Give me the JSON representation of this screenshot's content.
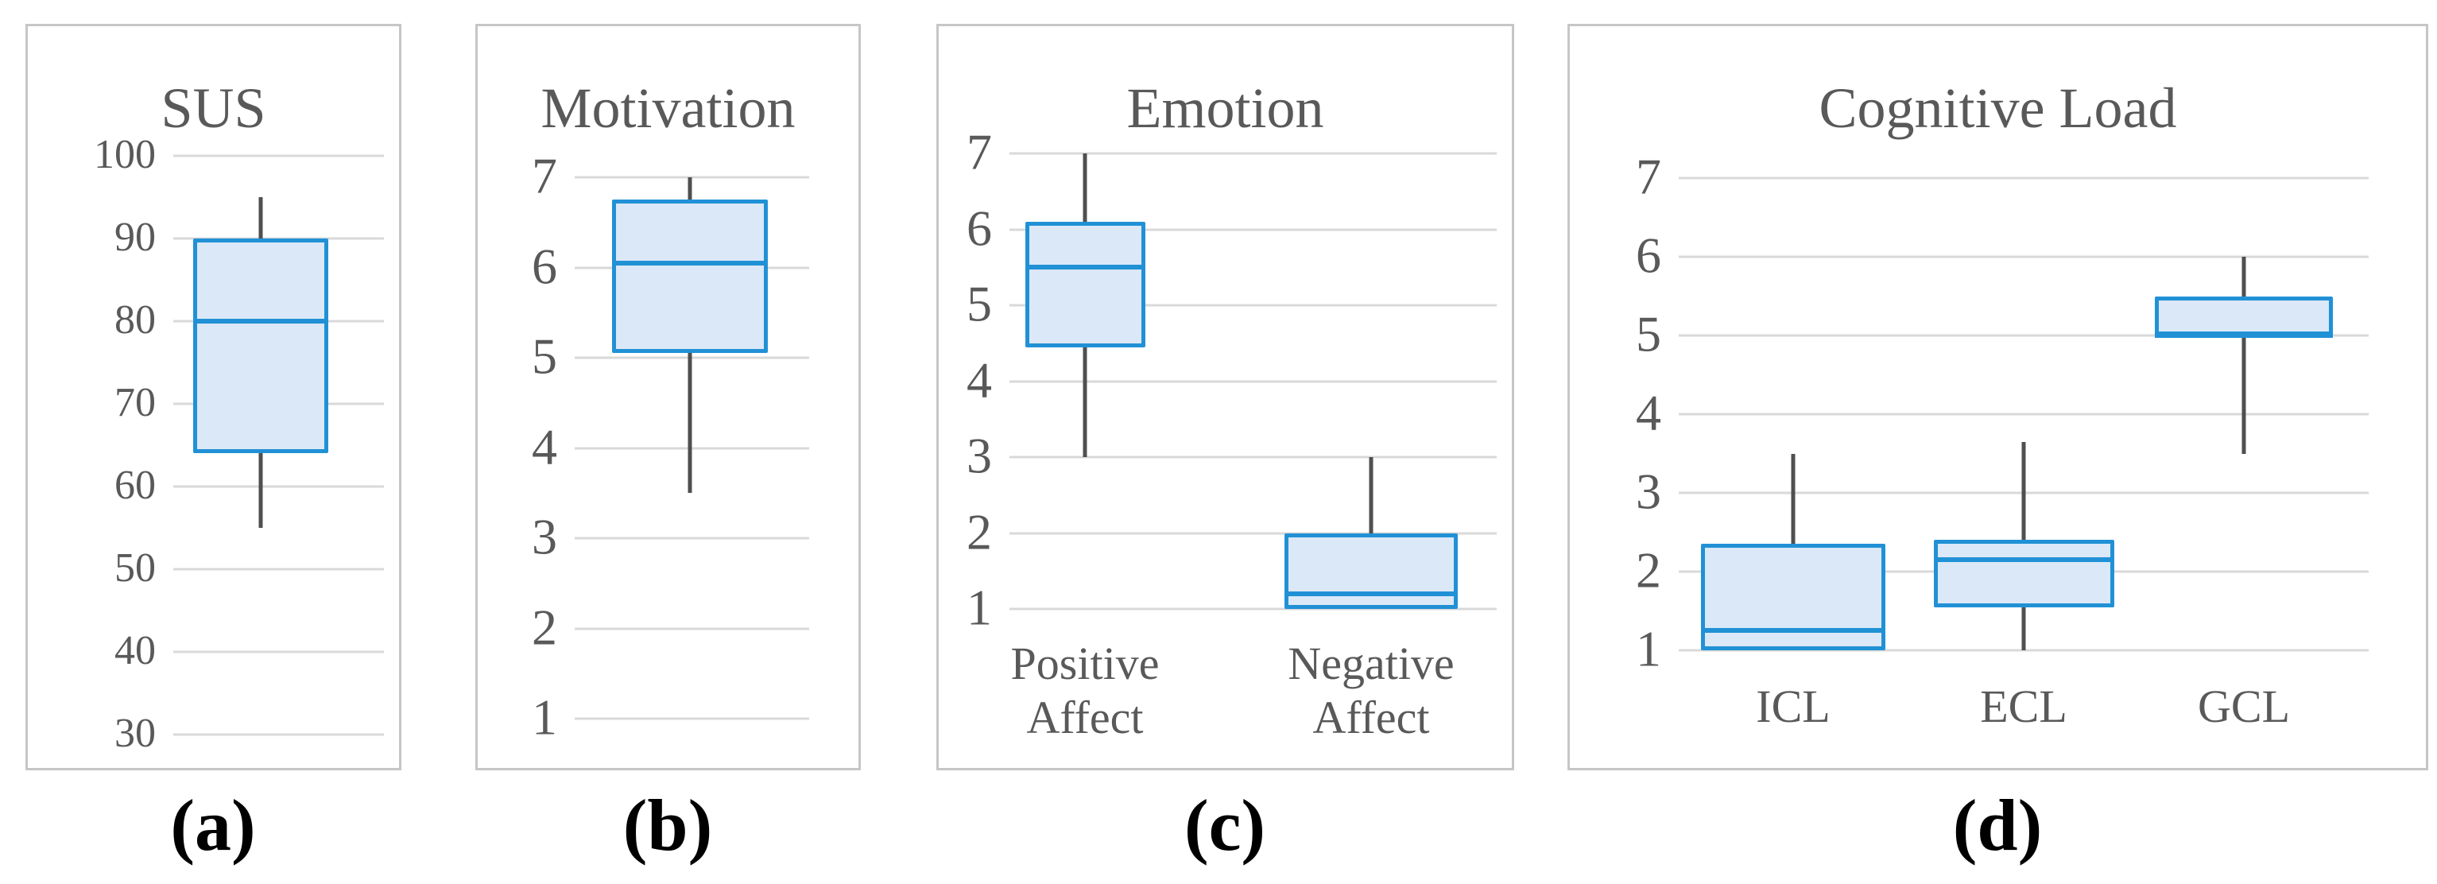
{
  "figure": {
    "captions": {
      "a": "(a)",
      "b": "(b)",
      "c": "(c)",
      "d": "(d)"
    }
  },
  "colors": {
    "box_border": "#2191d6",
    "box_fill": "#dbe8f7",
    "median": "#2191d6",
    "whisker": "#4f4f4f",
    "gridline": "#d9d9d9",
    "panel_border": "#c6c6c6",
    "text": "#595959",
    "caption_text": "#000000",
    "background": "#ffffff"
  },
  "chart_data": [
    {
      "type": "box",
      "title": "SUS",
      "ylabel": "",
      "xlabel": "",
      "ylim": [
        30,
        100
      ],
      "yticks": [
        100,
        90,
        80,
        70,
        60,
        50,
        40,
        30
      ],
      "grid": true,
      "legend": false,
      "categories": [
        ""
      ],
      "series": [
        {
          "name": "SUS",
          "min": 55,
          "q1": 64,
          "median": 80,
          "q3": 90,
          "max": 95
        }
      ]
    },
    {
      "type": "box",
      "title": "Motivation",
      "ylabel": "",
      "xlabel": "",
      "ylim": [
        1,
        7
      ],
      "yticks": [
        7,
        6,
        5,
        4,
        3,
        2,
        1
      ],
      "grid": true,
      "legend": false,
      "categories": [
        ""
      ],
      "series": [
        {
          "name": "Motivation",
          "min": 3.5,
          "q1": 5.05,
          "median": 6.05,
          "q3": 6.75,
          "max": 7
        }
      ]
    },
    {
      "type": "box",
      "title": "Emotion",
      "ylabel": "",
      "xlabel": "",
      "ylim": [
        1,
        7
      ],
      "yticks": [
        7,
        6,
        5,
        4,
        3,
        2,
        1
      ],
      "grid": true,
      "legend": false,
      "categories": [
        "Positive Affect",
        "Negative Affect"
      ],
      "series": [
        {
          "name": "Positive Affect",
          "min": 3,
          "q1": 4.45,
          "median": 5.5,
          "q3": 6.1,
          "max": 7
        },
        {
          "name": "Negative Affect",
          "min": 1,
          "q1": 1,
          "median": 1.2,
          "q3": 2,
          "max": 3
        }
      ]
    },
    {
      "type": "box",
      "title": "Cognitive Load",
      "ylabel": "",
      "xlabel": "",
      "ylim": [
        1,
        7
      ],
      "yticks": [
        7,
        6,
        5,
        4,
        3,
        2,
        1
      ],
      "grid": true,
      "legend": false,
      "categories": [
        "ICL",
        "ECL",
        "GCL"
      ],
      "series": [
        {
          "name": "ICL",
          "min": 1,
          "q1": 1,
          "median": 1.25,
          "q3": 2.35,
          "max": 3.5
        },
        {
          "name": "ECL",
          "min": 1,
          "q1": 1.55,
          "median": 2.15,
          "q3": 2.4,
          "max": 3.65
        },
        {
          "name": "GCL",
          "min": 3.5,
          "q1": 5,
          "median": 5,
          "q3": 5.5,
          "max": 6
        }
      ]
    }
  ]
}
